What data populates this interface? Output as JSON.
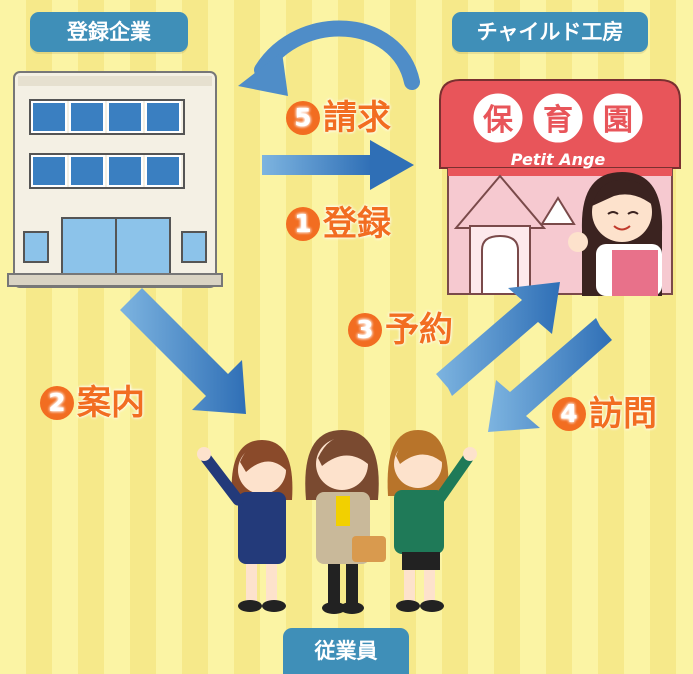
{
  "labels": {
    "company": "登録企業",
    "nursery": "チャイルド工房",
    "employee": "従業員"
  },
  "steps": [
    {
      "num": "5",
      "text": "請求"
    },
    {
      "num": "1",
      "text": "登録"
    },
    {
      "num": "3",
      "text": "予約"
    },
    {
      "num": "2",
      "text": "案内"
    },
    {
      "num": "4",
      "text": "訪問"
    }
  ],
  "nursery_sign": [
    "保",
    "育",
    "園"
  ],
  "nursery_subtitle": "Petit Ange",
  "colors": {
    "tag_bg": "#3f8fb8",
    "step_text": "#f26d21",
    "arrow": "#3f8fb8",
    "roof": "#e8555a"
  }
}
